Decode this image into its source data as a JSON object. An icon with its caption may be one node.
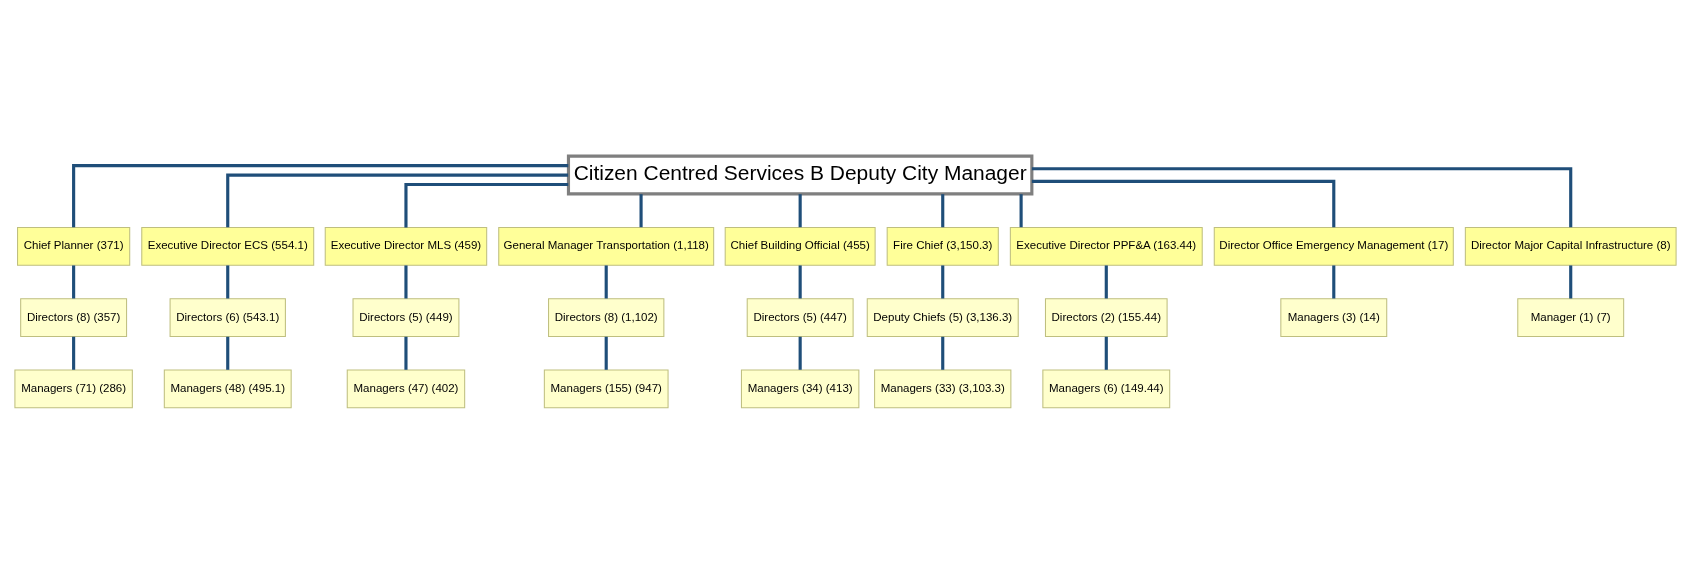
{
  "diagram": {
    "nodes": [
      {
        "text": [
          "Citizen Centred Services B Deputy City Manager"
        ]
      },
      {
        "text": [
          "Chief Planner (371)"
        ]
      },
      {
        "text": [
          "Executive Director ECS (554.1)"
        ]
      },
      {
        "text": [
          "Executive Director MLS (459)"
        ]
      },
      {
        "text": [
          "General Manager Transportation (1,118)"
        ]
      },
      {
        "text": [
          "Chief Building Official (455)"
        ]
      },
      {
        "text": [
          "Fire Chief (3,150.3)"
        ]
      },
      {
        "text": [
          "Executive Director PPF&A (163.44)"
        ]
      },
      {
        "text": [
          "Director Office Emergency Management (17)"
        ]
      },
      {
        "text": [
          "Director Major Capital Infrastructure (8)"
        ]
      },
      {
        "text": [
          "Directors (8) (357)"
        ]
      },
      {
        "text": [
          "Directors (6) (543.1)"
        ]
      },
      {
        "text": [
          "Directors (5) (449)"
        ]
      },
      {
        "text": [
          "Directors (8) (1,102)"
        ]
      },
      {
        "text": [
          "Directors (5) (447)"
        ]
      },
      {
        "text": [
          "Deputy Chiefs (5) (3,136.3)"
        ]
      },
      {
        "text": [
          "Directors (2) (155.44)"
        ]
      },
      {
        "text": [
          "Managers (3) (14)"
        ]
      },
      {
        "text": [
          "Manager (1) (7)"
        ]
      },
      {
        "text": [
          "Managers (71) (286)"
        ]
      },
      {
        "text": [
          "Managers (48) (495.1)"
        ]
      },
      {
        "text": [
          "Managers (47) (402)"
        ]
      },
      {
        "text": [
          "Managers (155) (947)"
        ]
      },
      {
        "text": [
          "Managers (34) (413)"
        ]
      },
      {
        "text": [
          "Managers (33) (3,103.3)"
        ]
      },
      {
        "text": [
          "Managers (6) (149.44)"
        ]
      }
    ],
    "edges": [
      {
        "from": 0,
        "to": 1,
        "arrow": "none"
      },
      {
        "from": 0,
        "to": 2,
        "arrow": "none"
      },
      {
        "from": 0,
        "to": 3,
        "arrow": "none"
      },
      {
        "from": 0,
        "to": 4,
        "arrow": "none"
      },
      {
        "from": 0,
        "to": 5,
        "arrow": "none"
      },
      {
        "from": 0,
        "to": 6,
        "arrow": "none"
      },
      {
        "from": 0,
        "to": 7,
        "arrow": "none"
      },
      {
        "from": 0,
        "to": 8,
        "arrow": "none"
      },
      {
        "from": 0,
        "to": 9,
        "arrow": "none"
      },
      {
        "from": 1,
        "to": 10,
        "arrow": "none"
      },
      {
        "from": 2,
        "to": 11,
        "arrow": "none"
      },
      {
        "from": 3,
        "to": 12,
        "arrow": "none"
      },
      {
        "from": 4,
        "to": 13,
        "arrow": "none"
      },
      {
        "from": 5,
        "to": 14,
        "arrow": "none"
      },
      {
        "from": 6,
        "to": 15,
        "arrow": "none"
      },
      {
        "from": 7,
        "to": 16,
        "arrow": "none"
      },
      {
        "from": 8,
        "to": 17,
        "arrow": "none"
      },
      {
        "from": 9,
        "to": 18,
        "arrow": "none"
      },
      {
        "from": 10,
        "to": 19,
        "arrow": "none"
      },
      {
        "from": 11,
        "to": 20,
        "arrow": "none"
      },
      {
        "from": 12,
        "to": 21,
        "arrow": "none"
      },
      {
        "from": 13,
        "to": 22,
        "arrow": "none"
      },
      {
        "from": 14,
        "to": 23,
        "arrow": "none"
      },
      {
        "from": 15,
        "to": 24,
        "arrow": "none"
      },
      {
        "from": 16,
        "to": 25,
        "arrow": "none"
      }
    ]
  }
}
